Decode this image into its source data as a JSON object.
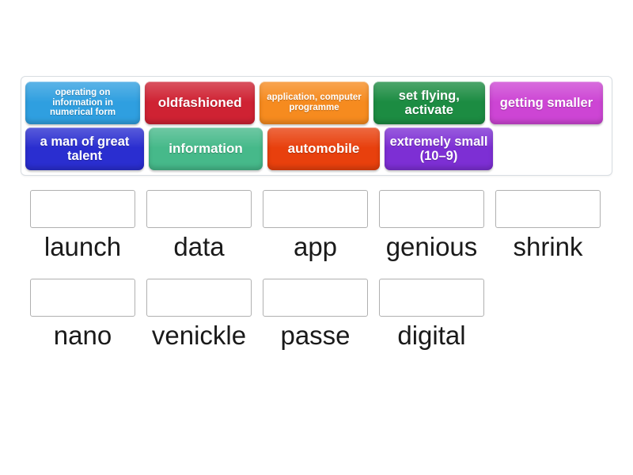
{
  "activity": {
    "type": "match-up",
    "background_color": "#ffffff"
  },
  "tile_tray": {
    "border_color": "#d8dde2",
    "rows": [
      {
        "tiles": [
          {
            "label": "operating on information in numerical form",
            "color": "#2f9fe0",
            "size": "sm",
            "width_class": "w-150"
          },
          {
            "label": "oldfashioned",
            "color": "#cf2233",
            "size": "lg",
            "width_class": "w-144"
          },
          {
            "label": "application, computer programme",
            "color": "#f68b1f",
            "size": "sm",
            "width_class": "w-142"
          },
          {
            "label": "set flying, activate",
            "color": "#1c8c42",
            "size": "md",
            "width_class": "w-146"
          },
          {
            "label": "getting smaller",
            "color": "#cd45d4",
            "size": "md",
            "width_class": "w-148"
          }
        ]
      },
      {
        "tiles": [
          {
            "label": "a man of great talent",
            "color": "#2a2ed0",
            "size": "md",
            "width_class": "w-150"
          },
          {
            "label": "information",
            "color": "#46b98a",
            "size": "lg",
            "width_class": "w-144"
          },
          {
            "label": "automobile",
            "color": "#e8400d",
            "size": "lg",
            "width_class": "w-142"
          },
          {
            "label": "extremely small (10–9)",
            "color": "#7d2fd4",
            "size": "md",
            "width_class": "w-137"
          }
        ]
      }
    ]
  },
  "slots": {
    "box_border_color": "#b0b0b0",
    "rows": [
      {
        "cells": [
          {
            "word": "launch",
            "answer": ""
          },
          {
            "word": "data",
            "answer": ""
          },
          {
            "word": "app",
            "answer": ""
          },
          {
            "word": "genious",
            "answer": ""
          },
          {
            "word": "shrink",
            "answer": ""
          }
        ]
      },
      {
        "cells": [
          {
            "word": "nano",
            "answer": ""
          },
          {
            "word": "venickle",
            "answer": ""
          },
          {
            "word": "passe",
            "answer": ""
          },
          {
            "word": "digital",
            "answer": ""
          }
        ]
      }
    ]
  }
}
